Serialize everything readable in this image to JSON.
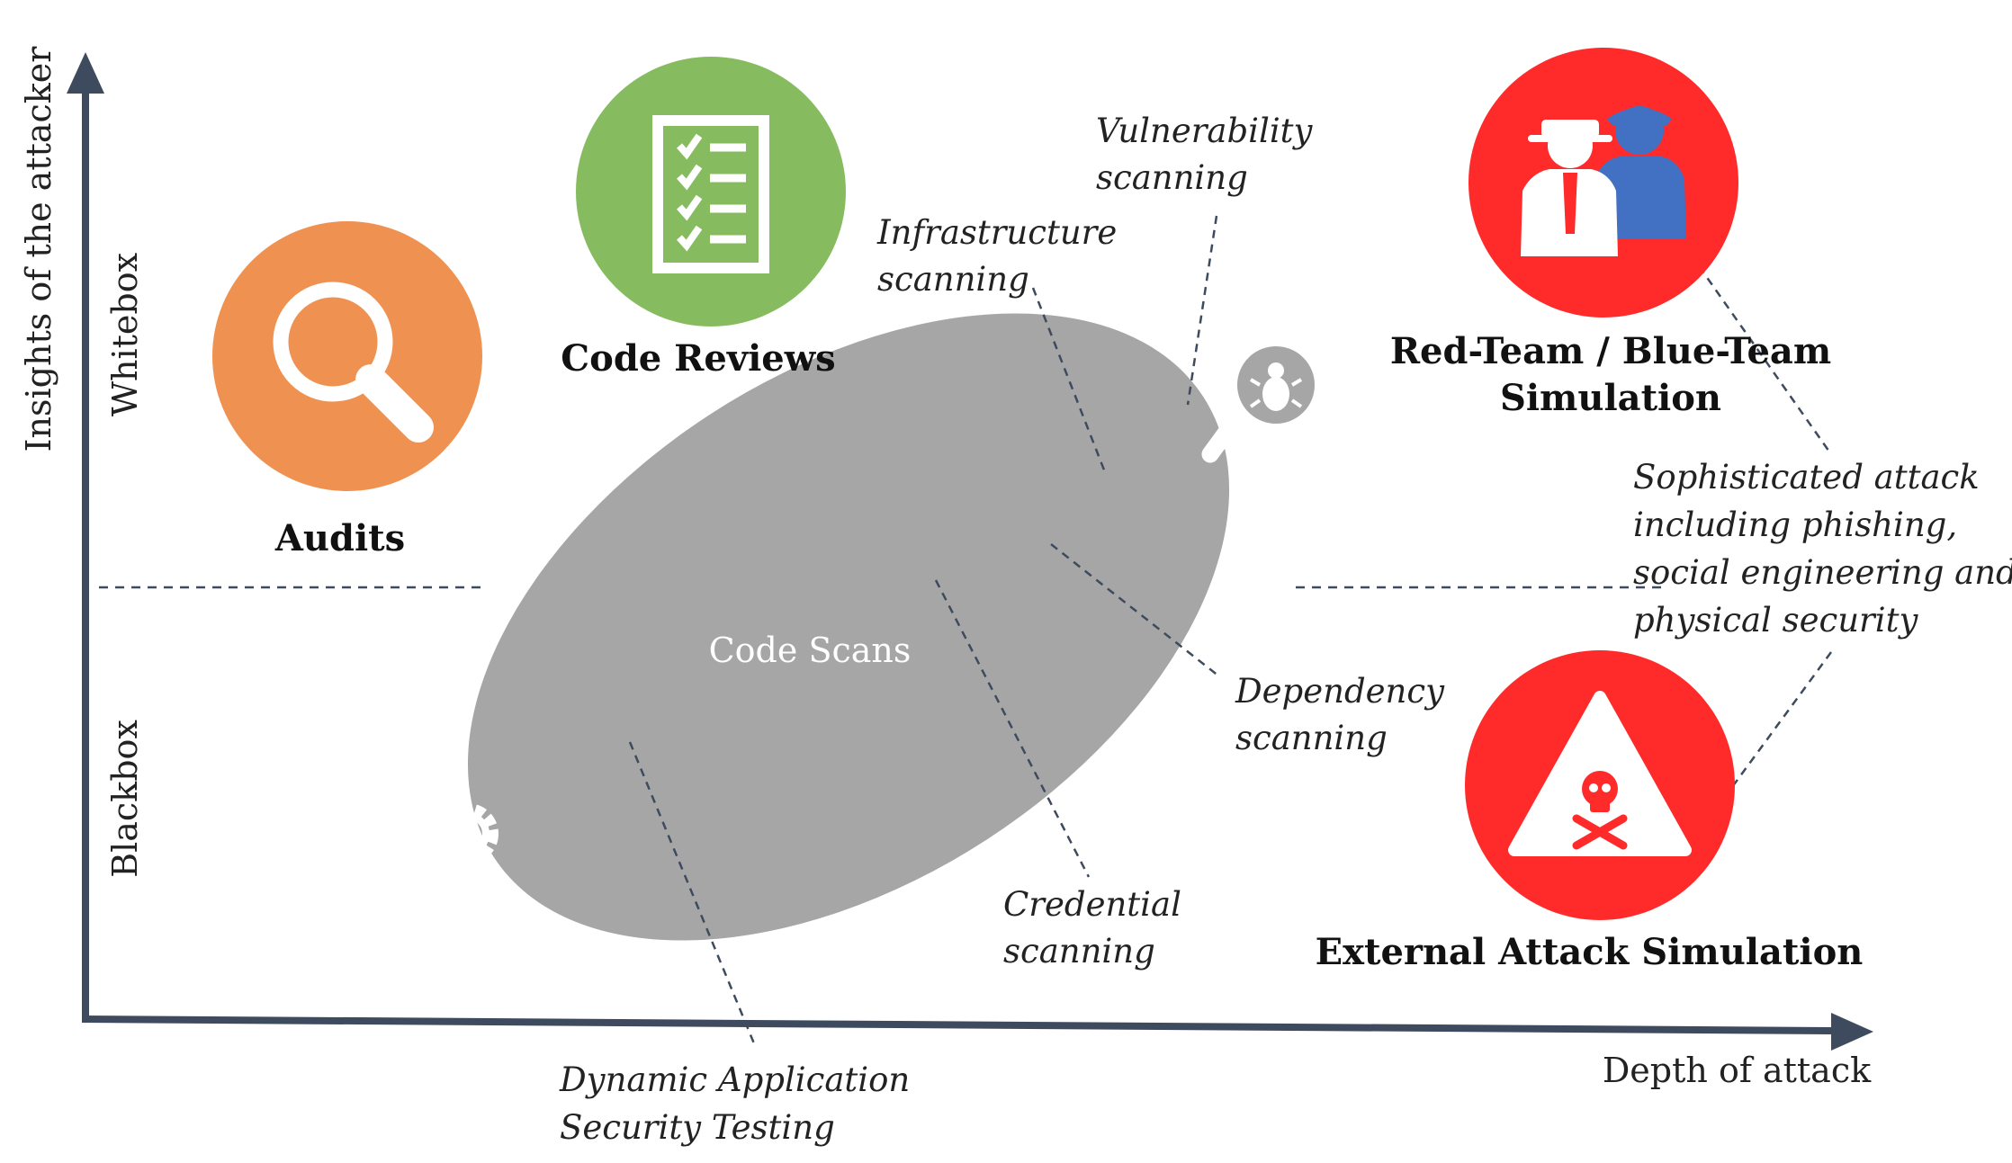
{
  "axes": {
    "y_label": "Insights of the attacker",
    "x_label": "Depth of attack",
    "upper_band": "Whitebox",
    "lower_band": "Blackbox"
  },
  "center": {
    "label": "Code Scans"
  },
  "nodes": {
    "audits": {
      "label": "Audits",
      "icon": "magnifier-icon",
      "color": "#EF9150"
    },
    "code_reviews": {
      "label": "Code Reviews",
      "icon": "checklist-icon",
      "color": "#86BC5F"
    },
    "red_blue": {
      "label_lines": [
        "Red-Team / Blue-Team",
        "Simulation"
      ],
      "icon": "people-icon",
      "color": "#FF2A2A"
    },
    "external": {
      "label": "External Attack Simulation",
      "icon": "skull-warning-icon",
      "color": "#FF2A2A"
    }
  },
  "annotations": {
    "vulnerability": [
      "Vulnerability",
      "scanning"
    ],
    "infrastructure": [
      "Infrastructure",
      "scanning"
    ],
    "sophisticated": [
      "Sophisticated attack",
      "including phishing,",
      "social engineering and",
      "physical security"
    ],
    "dependency": [
      "Dependency",
      "scanning"
    ],
    "credential": [
      "Credential",
      "scanning"
    ],
    "dast": [
      "Dynamic Application",
      "Security Testing"
    ]
  },
  "colors": {
    "axis": "#3E4B5F",
    "ellipse": "#A6A6A6",
    "leader": "#3E4B5F"
  }
}
